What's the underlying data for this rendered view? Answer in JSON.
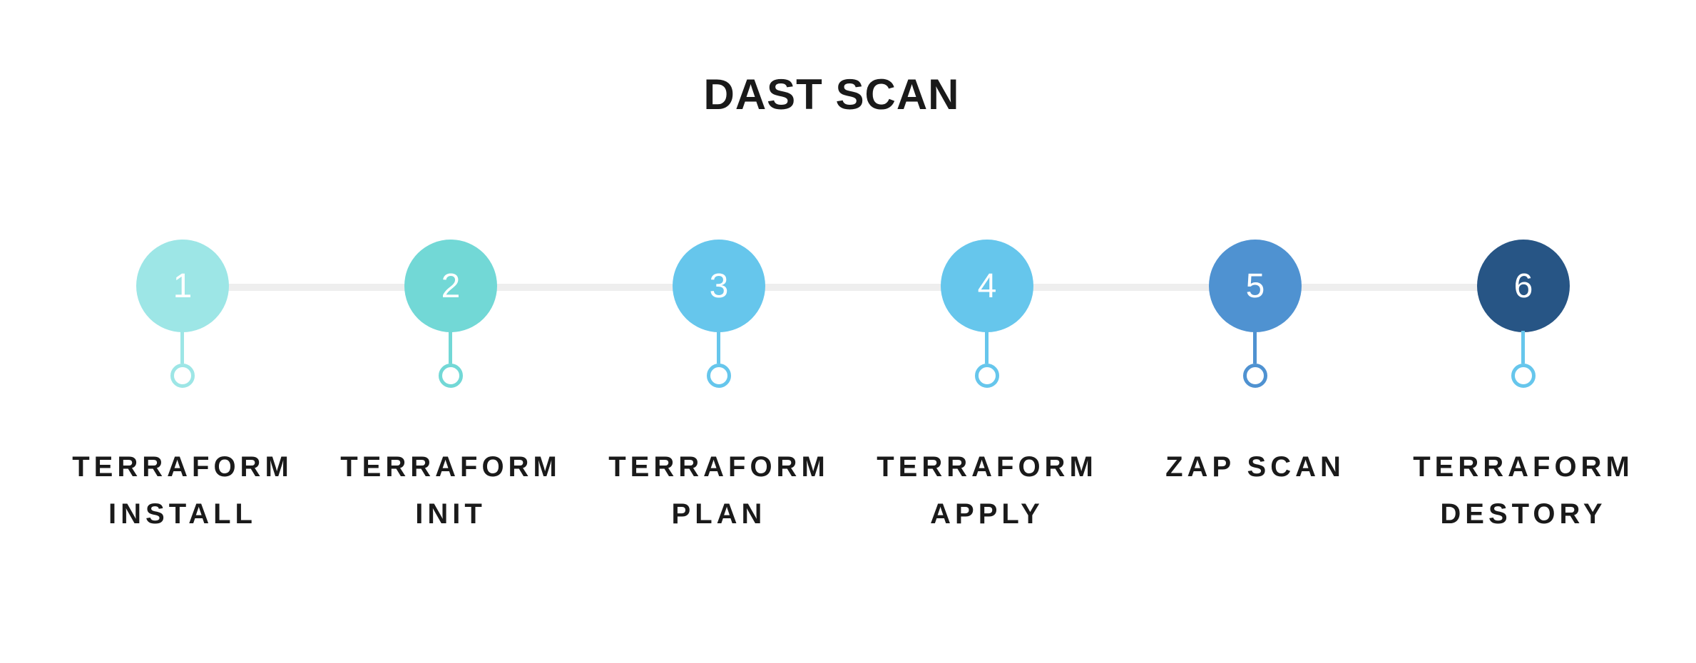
{
  "title": "DAST SCAN",
  "steps": [
    {
      "number": "1",
      "label_lines": [
        "TERRAFORM",
        "INSTALL"
      ],
      "circle_color": "#9de6e6",
      "marker_color": "#9de6e6"
    },
    {
      "number": "2",
      "label_lines": [
        "TERRAFORM",
        "INIT"
      ],
      "circle_color": "#72d8d6",
      "marker_color": "#72d8d6"
    },
    {
      "number": "3",
      "label_lines": [
        "TERRAFORM",
        "PLAN"
      ],
      "circle_color": "#66c6ec",
      "marker_color": "#66c6ec"
    },
    {
      "number": "4",
      "label_lines": [
        "TERRAFORM",
        "APPLY"
      ],
      "circle_color": "#66c6ec",
      "marker_color": "#66c6ec"
    },
    {
      "number": "5",
      "label_lines": [
        "ZAP SCAN",
        ""
      ],
      "circle_color": "#4f92d1",
      "marker_color": "#4f92d1"
    },
    {
      "number": "6",
      "label_lines": [
        "TERRAFORM",
        "DESTORY"
      ],
      "circle_color": "#275585",
      "marker_color": "#66c6ec"
    }
  ]
}
